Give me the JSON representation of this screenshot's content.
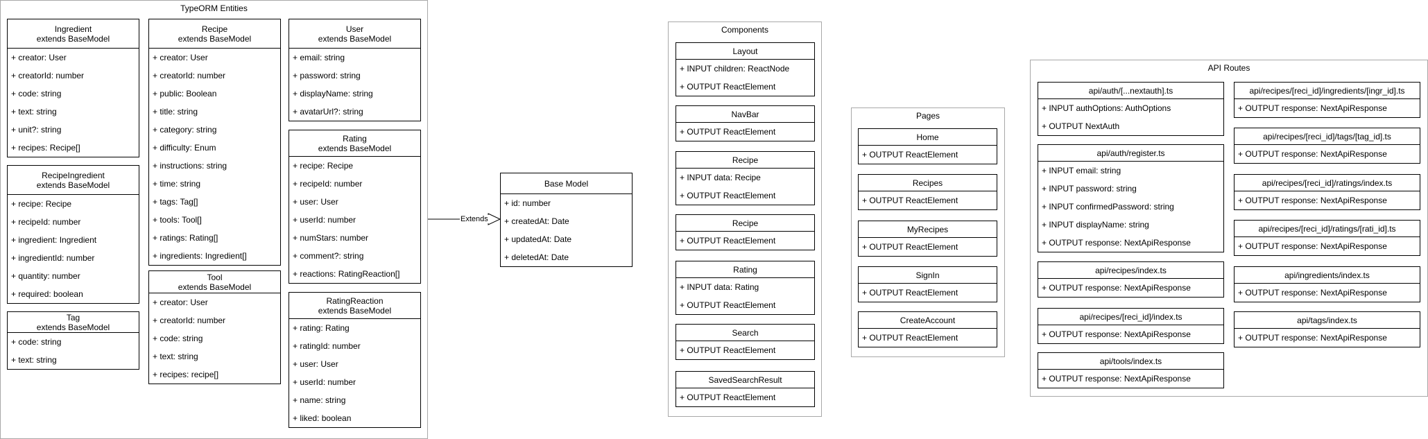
{
  "groups": [
    {
      "id": "entities",
      "title": "TypeORM Entities"
    },
    {
      "id": "components",
      "title": "Components"
    },
    {
      "id": "pages",
      "title": "Pages"
    },
    {
      "id": "api",
      "title": "API Routes"
    }
  ],
  "classes": [
    {
      "id": "ingredient",
      "title": [
        "Ingredient",
        "extends BaseModel"
      ],
      "attrs": [
        "+ creator: User",
        "+ creatorId:  number",
        "+ code: string",
        "+ text: string",
        "+ unit?: string",
        "+ recipes: Recipe[]"
      ]
    },
    {
      "id": "recipe-ingredient",
      "title": [
        "RecipeIngredient",
        "extends BaseModel"
      ],
      "attrs": [
        "+ recipe: Recipe",
        "+ recipeId: number",
        "+ ingredient: Ingredient",
        "+ ingredientId: number",
        "+ quantity: number",
        "+ required: boolean"
      ]
    },
    {
      "id": "tag",
      "title": [
        "Tag",
        "extends BaseModel"
      ],
      "attrs": [
        "+ code: string",
        "+ text: string"
      ]
    },
    {
      "id": "recipe-entity",
      "title": [
        "Recipe",
        "extends BaseModel"
      ],
      "attrs": [
        "+ creator: User",
        "+ creatorId: number",
        "+ public: Boolean",
        "+ title: string",
        "+ category: string",
        "+ difficulty: Enum",
        "+ instructions: string",
        "+ time: string",
        "+ tags: Tag[]",
        "+ tools: Tool[]",
        "+ ratings: Rating[]",
        "+ ingredients: Ingredient[]"
      ]
    },
    {
      "id": "tool",
      "title": [
        "Tool",
        "extends BaseModel"
      ],
      "attrs": [
        "+ creator: User",
        "+ creatorId: number",
        "+ code: string",
        "+ text: string",
        "+ recipes: recipe[]"
      ]
    },
    {
      "id": "user",
      "title": [
        "User",
        "extends BaseModel"
      ],
      "attrs": [
        "+ email: string",
        "+ password: string",
        "+ displayName: string",
        "+ avatarUrl?: string"
      ]
    },
    {
      "id": "rating",
      "title": [
        "Rating",
        "extends BaseModel"
      ],
      "attrs": [
        "+ recipe: Recipe",
        "+ recipeId: number",
        "+ user: User",
        "+ userId: number",
        "+ numStars: number",
        "+ comment?: string",
        "+ reactions: RatingReaction[]"
      ]
    },
    {
      "id": "rating-reaction",
      "title": [
        "RatingReaction",
        "extends BaseModel"
      ],
      "attrs": [
        "+ rating: Rating",
        "+ ratingId: number",
        "+ user: User",
        "+ userId: number",
        "+ name: string",
        "+ liked: boolean"
      ]
    },
    {
      "id": "base-model",
      "title": [
        "Base Model"
      ],
      "attrs": [
        "+ id: number",
        "+ createdAt: Date",
        "+ updatedAt: Date",
        "+ deletedAt: Date"
      ]
    },
    {
      "id": "layout",
      "title": [
        "Layout"
      ],
      "attrs": [
        "+ INPUT children: ReactNode",
        "+ OUTPUT ReactElement"
      ]
    },
    {
      "id": "navbar",
      "title": [
        "NavBar"
      ],
      "attrs": [
        "+ OUTPUT ReactElement"
      ]
    },
    {
      "id": "recipe-comp-1",
      "title": [
        "Recipe"
      ],
      "attrs": [
        "+ INPUT data: Recipe",
        "+ OUTPUT ReactElement"
      ]
    },
    {
      "id": "recipe-comp-2",
      "title": [
        "Recipe"
      ],
      "attrs": [
        "+ OUTPUT ReactElement"
      ]
    },
    {
      "id": "rating-comp",
      "title": [
        "Rating"
      ],
      "attrs": [
        "+ INPUT data: Rating",
        "+ OUTPUT ReactElement"
      ]
    },
    {
      "id": "search-comp",
      "title": [
        "Search"
      ],
      "attrs": [
        "+ OUTPUT ReactElement"
      ]
    },
    {
      "id": "saved-search",
      "title": [
        "SavedSearchResult"
      ],
      "attrs": [
        "+ OUTPUT ReactElement"
      ]
    },
    {
      "id": "home-page",
      "title": [
        "Home"
      ],
      "attrs": [
        "+ OUTPUT ReactElement"
      ]
    },
    {
      "id": "recipes-page",
      "title": [
        "Recipes"
      ],
      "attrs": [
        "+ OUTPUT ReactElement"
      ]
    },
    {
      "id": "myrecipes-page",
      "title": [
        "MyRecipes"
      ],
      "attrs": [
        "+ OUTPUT ReactElement"
      ]
    },
    {
      "id": "signin-page",
      "title": [
        "SignIn"
      ],
      "attrs": [
        "+ OUTPUT ReactElement"
      ]
    },
    {
      "id": "createaccount-page",
      "title": [
        "CreateAccount"
      ],
      "attrs": [
        "+ OUTPUT ReactElement"
      ]
    },
    {
      "id": "api-nextauth",
      "title": [
        "api/auth/[...nextauth].ts"
      ],
      "attrs": [
        "+ INPUT authOptions: AuthOptions",
        "+ OUTPUT NextAuth"
      ]
    },
    {
      "id": "api-register",
      "title": [
        "api/auth/register.ts"
      ],
      "attrs": [
        "+ INPUT email: string",
        "+ INPUT password: string",
        "+ INPUT confirmedPassword: string",
        "+ INPUT displayName: string",
        "+ OUTPUT response: NextApiResponse"
      ]
    },
    {
      "id": "api-recipes-index",
      "title": [
        "api/recipes/index.ts"
      ],
      "attrs": [
        "+ OUTPUT response: NextApiResponse"
      ]
    },
    {
      "id": "api-recipes-id",
      "title": [
        "api/recipes/[reci_id]/index.ts"
      ],
      "attrs": [
        "+ OUTPUT response: NextApiResponse"
      ]
    },
    {
      "id": "api-tools-index",
      "title": [
        "api/tools/index.ts"
      ],
      "attrs": [
        "+ OUTPUT response: NextApiResponse"
      ]
    },
    {
      "id": "api-recipe-ingredient",
      "title": [
        "api/recipes/[reci_id]/ingredients/[ingr_id].ts"
      ],
      "attrs": [
        "+ OUTPUT response: NextApiResponse"
      ]
    },
    {
      "id": "api-recipe-tag",
      "title": [
        "api/recipes/[reci_id]/tags/[tag_id].ts"
      ],
      "attrs": [
        "+ OUTPUT response: NextApiResponse"
      ]
    },
    {
      "id": "api-recipe-ratings",
      "title": [
        "api/recipes/[reci_id]/ratings/index.ts"
      ],
      "attrs": [
        "+ OUTPUT response: NextApiResponse"
      ]
    },
    {
      "id": "api-recipe-rating",
      "title": [
        "api/recipes/[reci_id]/ratings/[rati_id].ts"
      ],
      "attrs": [
        "+ OUTPUT response: NextApiResponse"
      ]
    },
    {
      "id": "api-ingredients-index",
      "title": [
        "api/ingredients/index.ts"
      ],
      "attrs": [
        "+ OUTPUT response: NextApiResponse"
      ]
    },
    {
      "id": "api-tags-index",
      "title": [
        "api/tags/index.ts"
      ],
      "attrs": [
        "+ OUTPUT response: NextApiResponse"
      ]
    }
  ],
  "edges": [
    {
      "id": "extends-edge",
      "label": "Extends"
    }
  ]
}
